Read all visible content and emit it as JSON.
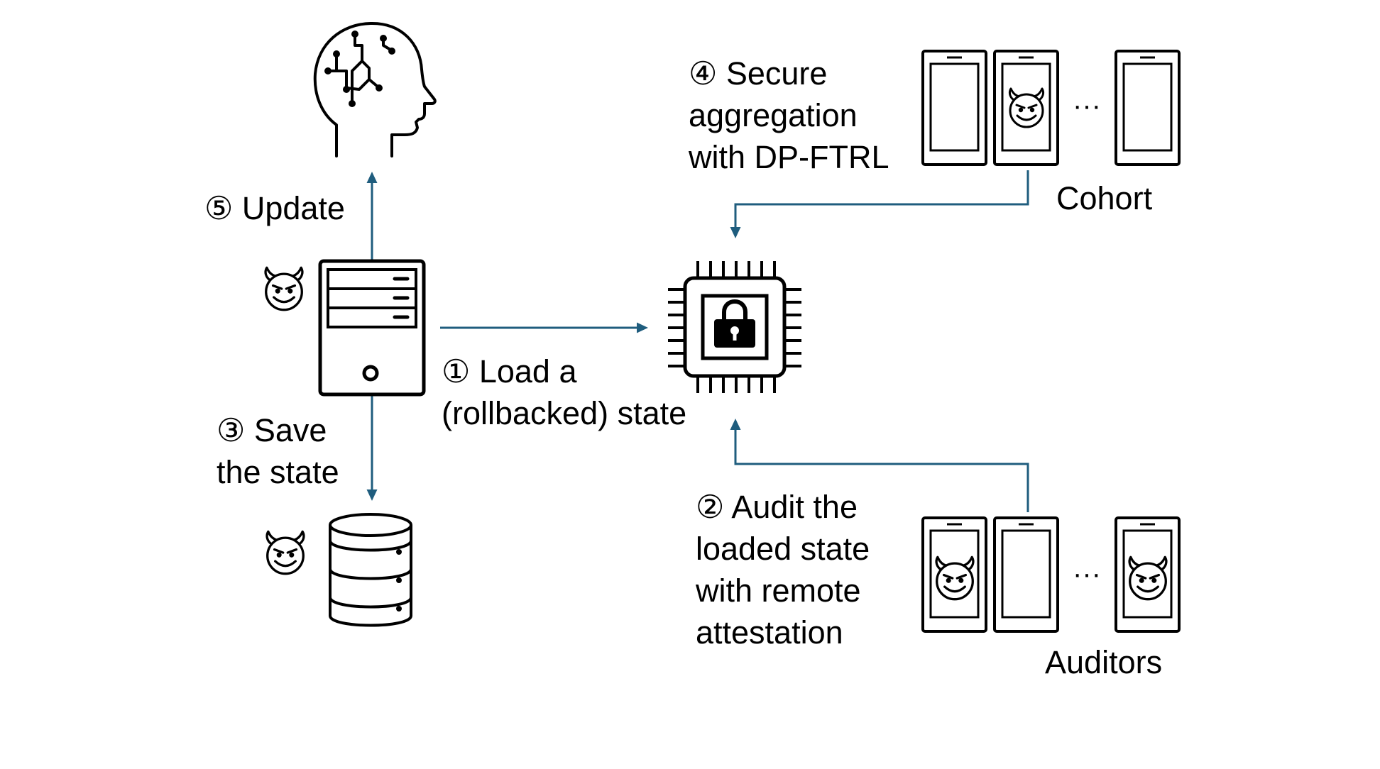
{
  "colors": {
    "arrow": "#1f5d7e",
    "ink": "#000000",
    "background": "#ffffff"
  },
  "icons": [
    "ai-brain-icon",
    "server-icon",
    "database-icon",
    "secure-chip-lock-icon",
    "smartphone-icon",
    "devil-face-icon",
    "ellipsis"
  ],
  "steps": {
    "step1": {
      "lines": [
        "① Load a",
        "(rollbacked) state"
      ]
    },
    "step2": {
      "lines": [
        "② Audit the",
        "loaded state",
        "with remote",
        "attestation"
      ]
    },
    "step3": {
      "lines": [
        "③ Save",
        "the state"
      ]
    },
    "step4": {
      "lines": [
        "④ Secure",
        "aggregation",
        "with DP-FTRL"
      ]
    },
    "step5": {
      "lines": [
        "⑤ Update"
      ]
    }
  },
  "groups": {
    "cohort": {
      "label": "Cohort",
      "ellipsis": "···"
    },
    "auditors": {
      "label": "Auditors",
      "ellipsis": "···"
    }
  }
}
